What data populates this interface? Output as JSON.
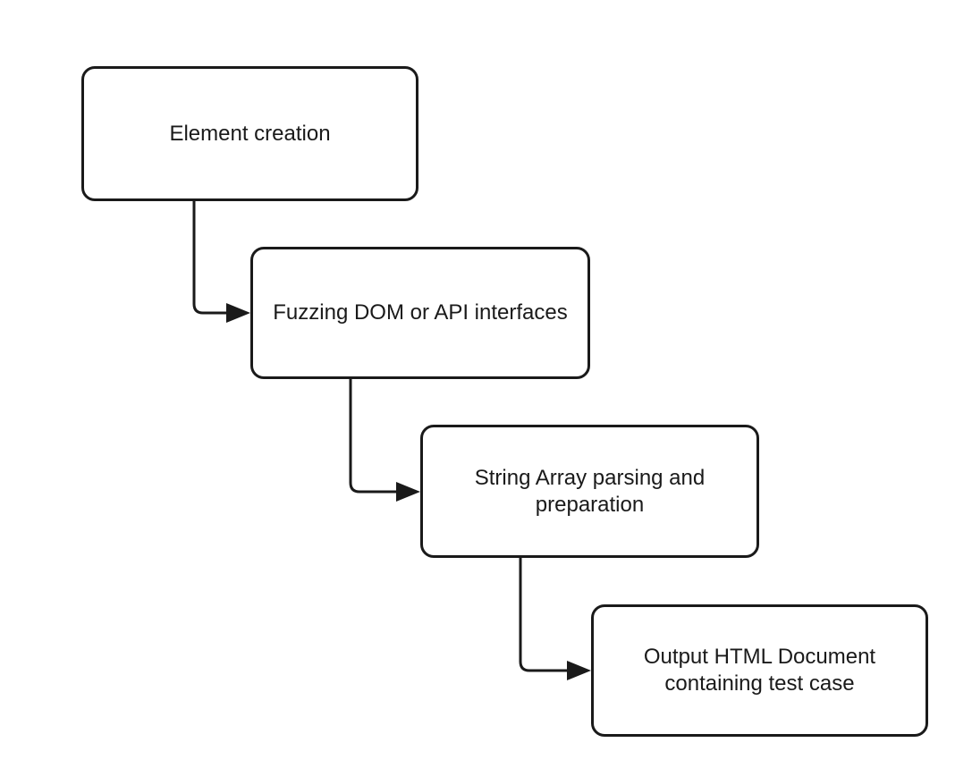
{
  "diagram": {
    "type": "flowchart",
    "background_color": "#ffffff",
    "node_fill_color": "#ffffff",
    "stroke_color": "#1a1a1a",
    "nodes": [
      {
        "id": "element-creation",
        "label": "Element creation"
      },
      {
        "id": "fuzzing-dom-api",
        "label": "Fuzzing DOM or API interfaces"
      },
      {
        "id": "string-array-parsing",
        "label": "String Array parsing and\npreparation"
      },
      {
        "id": "output-html-document",
        "label": "Output HTML Document\ncontaining test case"
      }
    ],
    "edges": [
      {
        "from": "element-creation",
        "to": "fuzzing-dom-api",
        "style": "elbow-arrow"
      },
      {
        "from": "fuzzing-dom-api",
        "to": "string-array-parsing",
        "style": "elbow-arrow"
      },
      {
        "from": "string-array-parsing",
        "to": "output-html-document",
        "style": "elbow-arrow"
      }
    ]
  }
}
